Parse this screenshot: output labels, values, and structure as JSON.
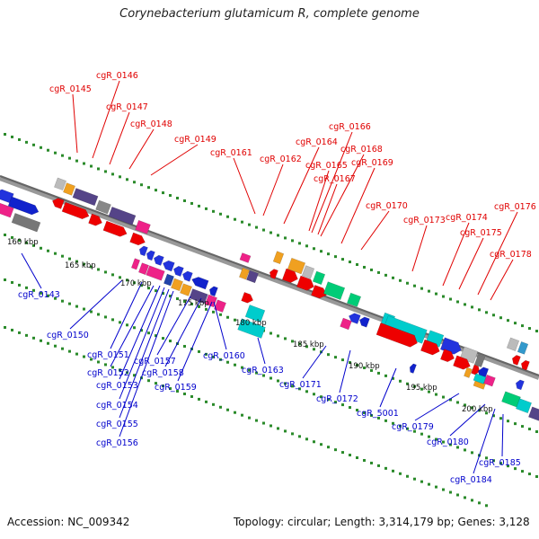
{
  "title": "Corynebacterium glutamicum R, complete genome",
  "footer": {
    "accession_label": "Accession:",
    "accession": "NC_009342",
    "topology_label": "Topology:",
    "topology": "circular",
    "length_label": "Length:",
    "length": "3,314,179 bp",
    "genes_label": "Genes:",
    "genes": "3,128"
  },
  "colors": {
    "upper_labels": "#e00000",
    "lower_labels": "#0000cc",
    "backbone": "#777777",
    "dots": "#2a8a2a"
  },
  "kbp_ticks": [
    "160 kbp",
    "165 kbp",
    "170 kbp",
    "175 kbp",
    "180 kbp",
    "185 kbp",
    "190 kbp",
    "195 kbp",
    "200 kbp"
  ],
  "upper_labels": [
    "cgR_0145",
    "cgR_0146",
    "cgR_0147",
    "cgR_0148",
    "cgR_0149",
    "cgR_0161",
    "cgR_0162",
    "cgR_0164",
    "cgR_0165",
    "cgR_0166",
    "cgR_0167",
    "cgR_0168",
    "cgR_0169",
    "cgR_0170",
    "cgR_0173",
    "cgR_0174",
    "cgR_0175",
    "cgR_0176",
    "cgR_0178"
  ],
  "lower_labels": [
    "cgR_0143",
    "cgR_0150",
    "cgR_0151",
    "cgR_0152",
    "cgR_0153",
    "cgR_0154",
    "cgR_0155",
    "cgR_0156",
    "cgR_0157",
    "cgR_0158",
    "cgR_0159",
    "cgR_0160",
    "cgR_0163",
    "cgR_0171",
    "cgR_0172",
    "cgR_5001",
    "cgR_0179",
    "cgR_0180",
    "cgR_0184",
    "cgR_0185"
  ]
}
